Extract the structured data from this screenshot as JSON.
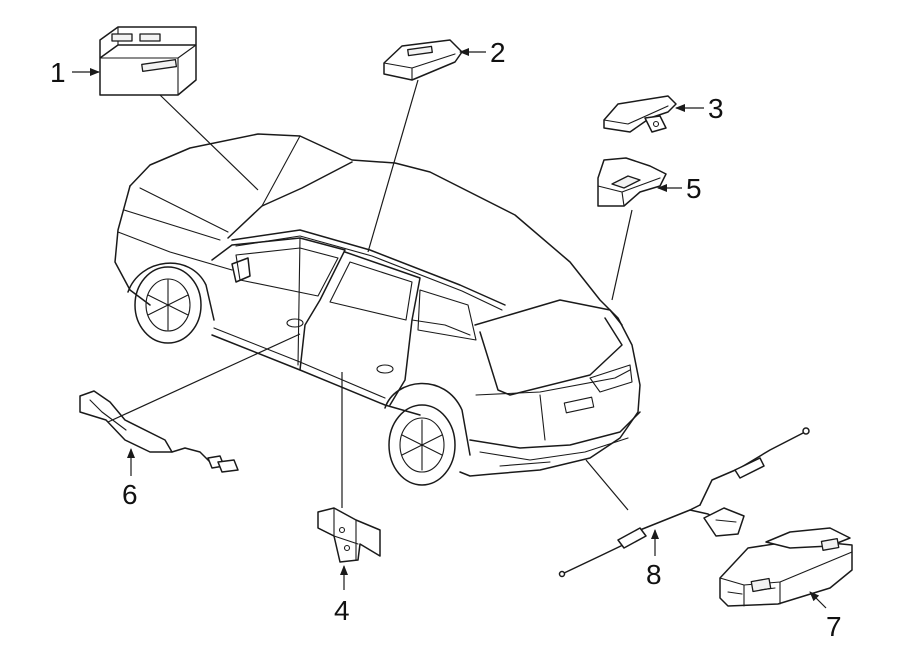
{
  "callouts": [
    {
      "id": "part-1",
      "label": "1"
    },
    {
      "id": "part-2",
      "label": "2"
    },
    {
      "id": "part-3",
      "label": "3"
    },
    {
      "id": "part-4",
      "label": "4"
    },
    {
      "id": "part-5",
      "label": "5"
    },
    {
      "id": "part-6",
      "label": "6"
    },
    {
      "id": "part-7",
      "label": "7"
    },
    {
      "id": "part-8",
      "label": "8"
    }
  ],
  "colors": {
    "ink": "#1a1a1a",
    "background": "#ffffff"
  }
}
